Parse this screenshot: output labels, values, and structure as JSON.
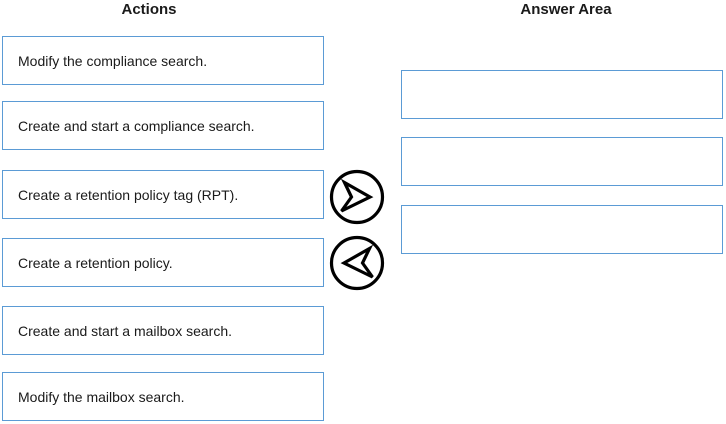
{
  "actions": {
    "title": "Actions",
    "items": [
      "Modify the compliance search.",
      "Create and start a compliance search.",
      "Create a retention policy tag (RPT).",
      "Create a retention policy.",
      "Create and start a mailbox search.",
      "Modify the mailbox search."
    ]
  },
  "answer_area": {
    "title": "Answer Area",
    "slots": [
      "",
      "",
      ""
    ]
  },
  "controls": {
    "move_right_icon": "circled-right-dart-arrow",
    "move_left_icon": "circled-left-dart-arrow"
  },
  "colors": {
    "box_border": "#5b9bd5",
    "text_color": "#1a1a1a",
    "icon_color": "#000000",
    "bg": "#ffffff"
  }
}
